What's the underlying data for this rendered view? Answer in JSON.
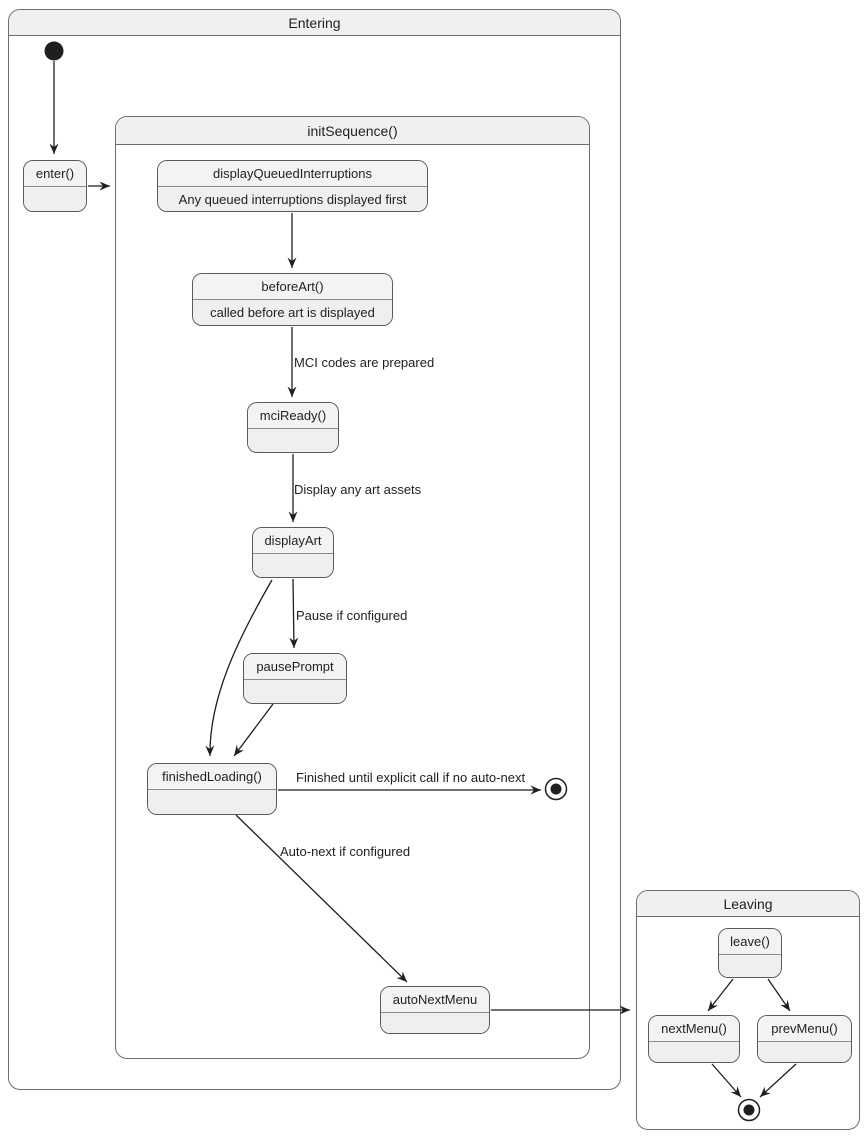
{
  "containers": {
    "entering": {
      "title": "Entering"
    },
    "init_sequence": {
      "title": "initSequence()"
    },
    "leaving": {
      "title": "Leaving"
    }
  },
  "states": {
    "enter": {
      "title": "enter()"
    },
    "display_queued_interruptions": {
      "title": "displayQueuedInterruptions",
      "body": "Any queued interruptions displayed first"
    },
    "before_art": {
      "title": "beforeArt()",
      "body": "called before art is displayed"
    },
    "mci_ready": {
      "title": "mciReady()"
    },
    "display_art": {
      "title": "displayArt"
    },
    "pause_prompt": {
      "title": "pausePrompt"
    },
    "finished_loading": {
      "title": "finishedLoading()"
    },
    "auto_next_menu": {
      "title": "autoNextMenu"
    },
    "leave": {
      "title": "leave()"
    },
    "next_menu": {
      "title": "nextMenu()"
    },
    "prev_menu": {
      "title": "prevMenu()"
    }
  },
  "edge_labels": {
    "mci_codes": "MCI codes are prepared",
    "display_assets": "Display any art assets",
    "pause_if_configured": "Pause if configured",
    "finished_until": "Finished until explicit call if no auto-next",
    "auto_next": "Auto-next if configured"
  },
  "markers": {
    "initial_state": "filled-circle",
    "final_state": "bullseye-circle"
  },
  "colors": {
    "background": "#ffffff",
    "node_fill": "#efefef",
    "node_title_fill": "#f3f3f3",
    "node_border": "#5a5a5a",
    "container_title_fill": "#f0f0f0",
    "container_border": "#6e6e6e",
    "edge": "#1f1f1f"
  }
}
